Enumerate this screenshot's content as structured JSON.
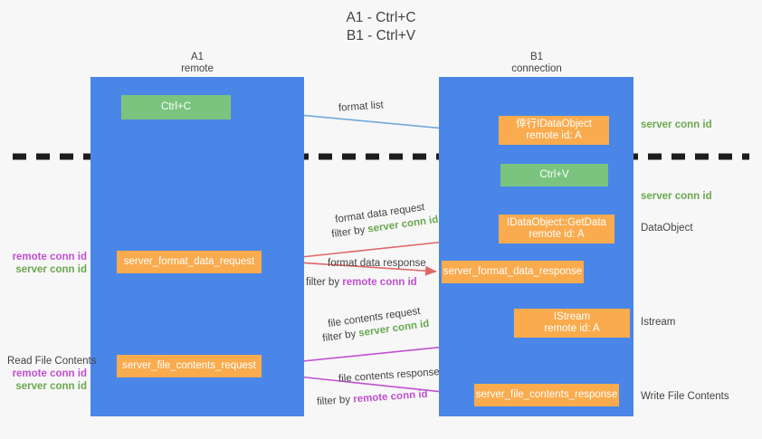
{
  "title": {
    "line1": "A1 - Ctrl+C",
    "line2": "B1 - Ctrl+V"
  },
  "lanes": [
    {
      "name": "A1",
      "sub": "remote"
    },
    {
      "name": "B1",
      "sub": "connection"
    }
  ],
  "nodes": {
    "ctrl_c": {
      "line1": "Ctrl+C"
    },
    "idataobject": {
      "line1": "倖行IDataObject",
      "line2": "remote id: A"
    },
    "ctrl_v": {
      "line1": "Ctrl+V"
    },
    "getdata": {
      "line1": "IDataObject::GetData",
      "line2": "remote id: A"
    },
    "istream": {
      "line1": "IStream",
      "line2": "remote id: A"
    },
    "server_format_data_request": {
      "line1": "server_format_data_request"
    },
    "server_format_data_response": {
      "line1": "server_format_data_response"
    },
    "server_file_contents_request": {
      "line1": "server_file_contents_request"
    },
    "server_file_contents_response": {
      "line1": "server_file_contents_response"
    }
  },
  "edge_labels": {
    "format_list": "format list",
    "format_data_request": "format data request",
    "format_data_request_filter_prefix": "filter by ",
    "format_data_request_filter_value": "server conn id",
    "format_data_response": "format data response",
    "format_data_response_filter_prefix": "filter by ",
    "format_data_response_filter_value": "remote conn id",
    "file_contents_request": "file contents request",
    "file_contents_request_filter_prefix": "filter by ",
    "file_contents_request_filter_value": "server conn id",
    "file_contents_response": "file contents response",
    "file_contents_response_filter_prefix": "filter by ",
    "file_contents_response_filter_value": "remote conn id"
  },
  "side_labels": {
    "server_conn_id_top": "server conn id",
    "server_conn_id_mid": "server conn id",
    "dataobject": "DataObject",
    "istream": "Istream",
    "write_file_contents": "Write File Contents",
    "read_file_contents": "Read File Contents",
    "remote_conn_id": "remote conn id",
    "server_conn_id": "server conn id"
  },
  "colors": {
    "lane": "#4a86e8",
    "green_node": "#7ac47f",
    "orange_node": "#f9ab4e",
    "server_conn_id": "#6aa84f",
    "remote_conn_id": "#c050d0",
    "format_list_arrow": "#6fa8dc",
    "format_data_arrow": "#e06666",
    "file_contents_arrow": "#c050d0",
    "divider": "#1c1c1c",
    "background": "#f7f7f7",
    "text": "#434343"
  }
}
